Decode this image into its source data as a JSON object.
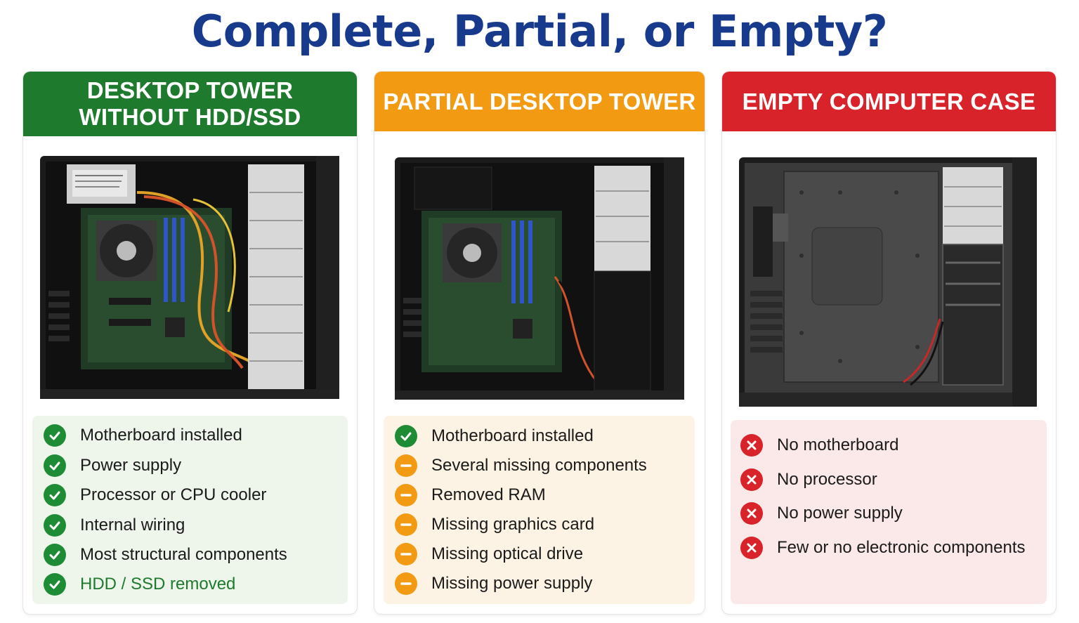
{
  "title": "Complete, Partial, or Empty?",
  "colors": {
    "title": "#183a8c",
    "green": "#1e7a2d",
    "orange": "#f29a12",
    "red": "#d9232a"
  },
  "cards": [
    {
      "header_line1": "DESKTOP TOWER",
      "header_line2": "WITHOUT HDD/SSD",
      "items": [
        {
          "icon": "check-icon",
          "text": "Motherboard installed"
        },
        {
          "icon": "check-icon",
          "text": "Power supply"
        },
        {
          "icon": "check-icon",
          "text": "Processor or CPU cooler"
        },
        {
          "icon": "check-icon",
          "text": "Internal wiring"
        },
        {
          "icon": "check-icon",
          "text": "Most structural components"
        },
        {
          "icon": "check-icon",
          "text": "HDD / SSD removed"
        }
      ]
    },
    {
      "header_line1": "PARTIAL DESKTOP TOWER",
      "items": [
        {
          "icon": "check-icon",
          "text": "Motherboard installed"
        },
        {
          "icon": "minus-icon",
          "text": "Several missing components"
        },
        {
          "icon": "minus-icon",
          "text": "Removed RAM"
        },
        {
          "icon": "minus-icon",
          "text": "Missing graphics card"
        },
        {
          "icon": "minus-icon",
          "text": "Missing optical drive"
        },
        {
          "icon": "minus-icon",
          "text": "Missing power supply"
        }
      ]
    },
    {
      "header_line1": "EMPTY COMPUTER CASE",
      "items": [
        {
          "icon": "x-icon",
          "text": "No motherboard"
        },
        {
          "icon": "x-icon",
          "text": "No processor"
        },
        {
          "icon": "x-icon",
          "text": "No power supply"
        },
        {
          "icon": "x-icon",
          "text": "Few or no electronic components"
        }
      ]
    }
  ]
}
